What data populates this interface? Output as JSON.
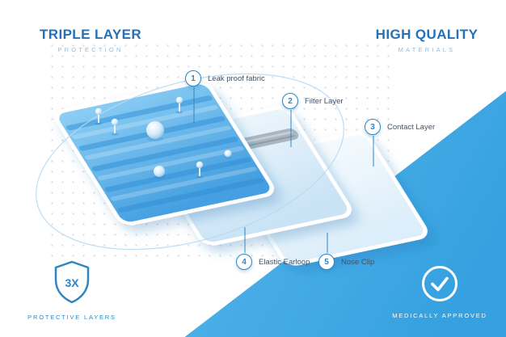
{
  "headings": {
    "left": {
      "title": "TRIPLE LAYER",
      "subtitle": "PROTECTION"
    },
    "right": {
      "title": "HIGH QUALITY",
      "subtitle": "MATERIALS"
    }
  },
  "callouts": [
    {
      "number": "1",
      "label": "Leak proof fabric"
    },
    {
      "number": "2",
      "label": "Filter Layer"
    },
    {
      "number": "3",
      "label": "Contact Layer"
    },
    {
      "number": "4",
      "label": "Elastic Earloop"
    },
    {
      "number": "5",
      "label": "Nose Clip"
    }
  ],
  "badges": {
    "left": {
      "value": "3X",
      "label": "PROTECTIVE LAYERS",
      "icon": "shield-icon"
    },
    "right": {
      "label": "MEDICALLY APPROVED",
      "icon": "check-circle-icon"
    }
  },
  "colors": {
    "accent": "#2e86c1",
    "heading": "#2471b8",
    "subtitle": "#8abde4",
    "label_text": "#41536a",
    "panel_blue": "#41a9e4",
    "mask_blue": "#5bb0e8"
  }
}
